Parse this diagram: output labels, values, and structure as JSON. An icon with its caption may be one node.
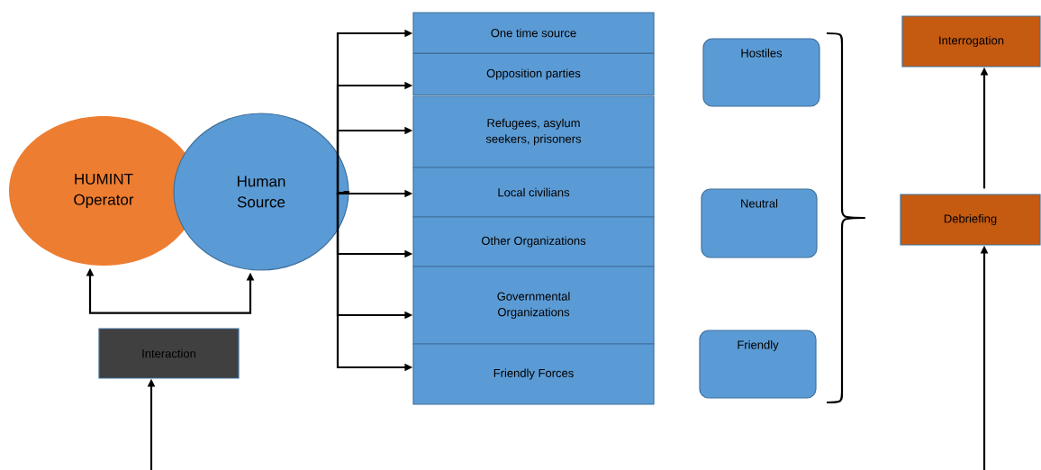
{
  "diagram": {
    "nodes": [
      {
        "text": [
          "HUMINT Operator"
        ]
      },
      {
        "text": [
          "Human Source"
        ]
      },
      {
        "text": [
          "Interaction"
        ]
      },
      {
        "text": [
          "One time source"
        ]
      },
      {
        "text": [
          "Opposition parties"
        ]
      },
      {
        "text": [
          "Refugees, asylum seekers, prisoners"
        ]
      },
      {
        "text": [
          "Local civilians"
        ]
      },
      {
        "text": [
          "Other Organizations"
        ]
      },
      {
        "text": [
          "Governmental Organizations"
        ]
      },
      {
        "text": [
          "Friendly Forces"
        ]
      },
      {
        "text": [
          "Hostiles"
        ]
      },
      {
        "text": [
          "Neutral"
        ]
      },
      {
        "text": [
          "Friendly"
        ]
      },
      {
        "text": [
          "Interrogation"
        ]
      },
      {
        "text": [
          "Debriefing"
        ]
      }
    ],
    "edges": [
      {
        "from": 0,
        "to": 1,
        "arrow": "both"
      },
      {
        "from": null,
        "to": 2,
        "arrow": "to"
      },
      {
        "from": 1,
        "to": 3,
        "arrow": "to"
      },
      {
        "from": 1,
        "to": 4,
        "arrow": "to"
      },
      {
        "from": 1,
        "to": 5,
        "arrow": "to"
      },
      {
        "from": 1,
        "to": 6,
        "arrow": "to"
      },
      {
        "from": 1,
        "to": 7,
        "arrow": "to"
      },
      {
        "from": 1,
        "to": 8,
        "arrow": "to"
      },
      {
        "from": 1,
        "to": 9,
        "arrow": "to"
      },
      {
        "from": 14,
        "to": 13,
        "arrow": "to"
      },
      {
        "from": null,
        "to": 14,
        "arrow": "to"
      }
    ]
  }
}
